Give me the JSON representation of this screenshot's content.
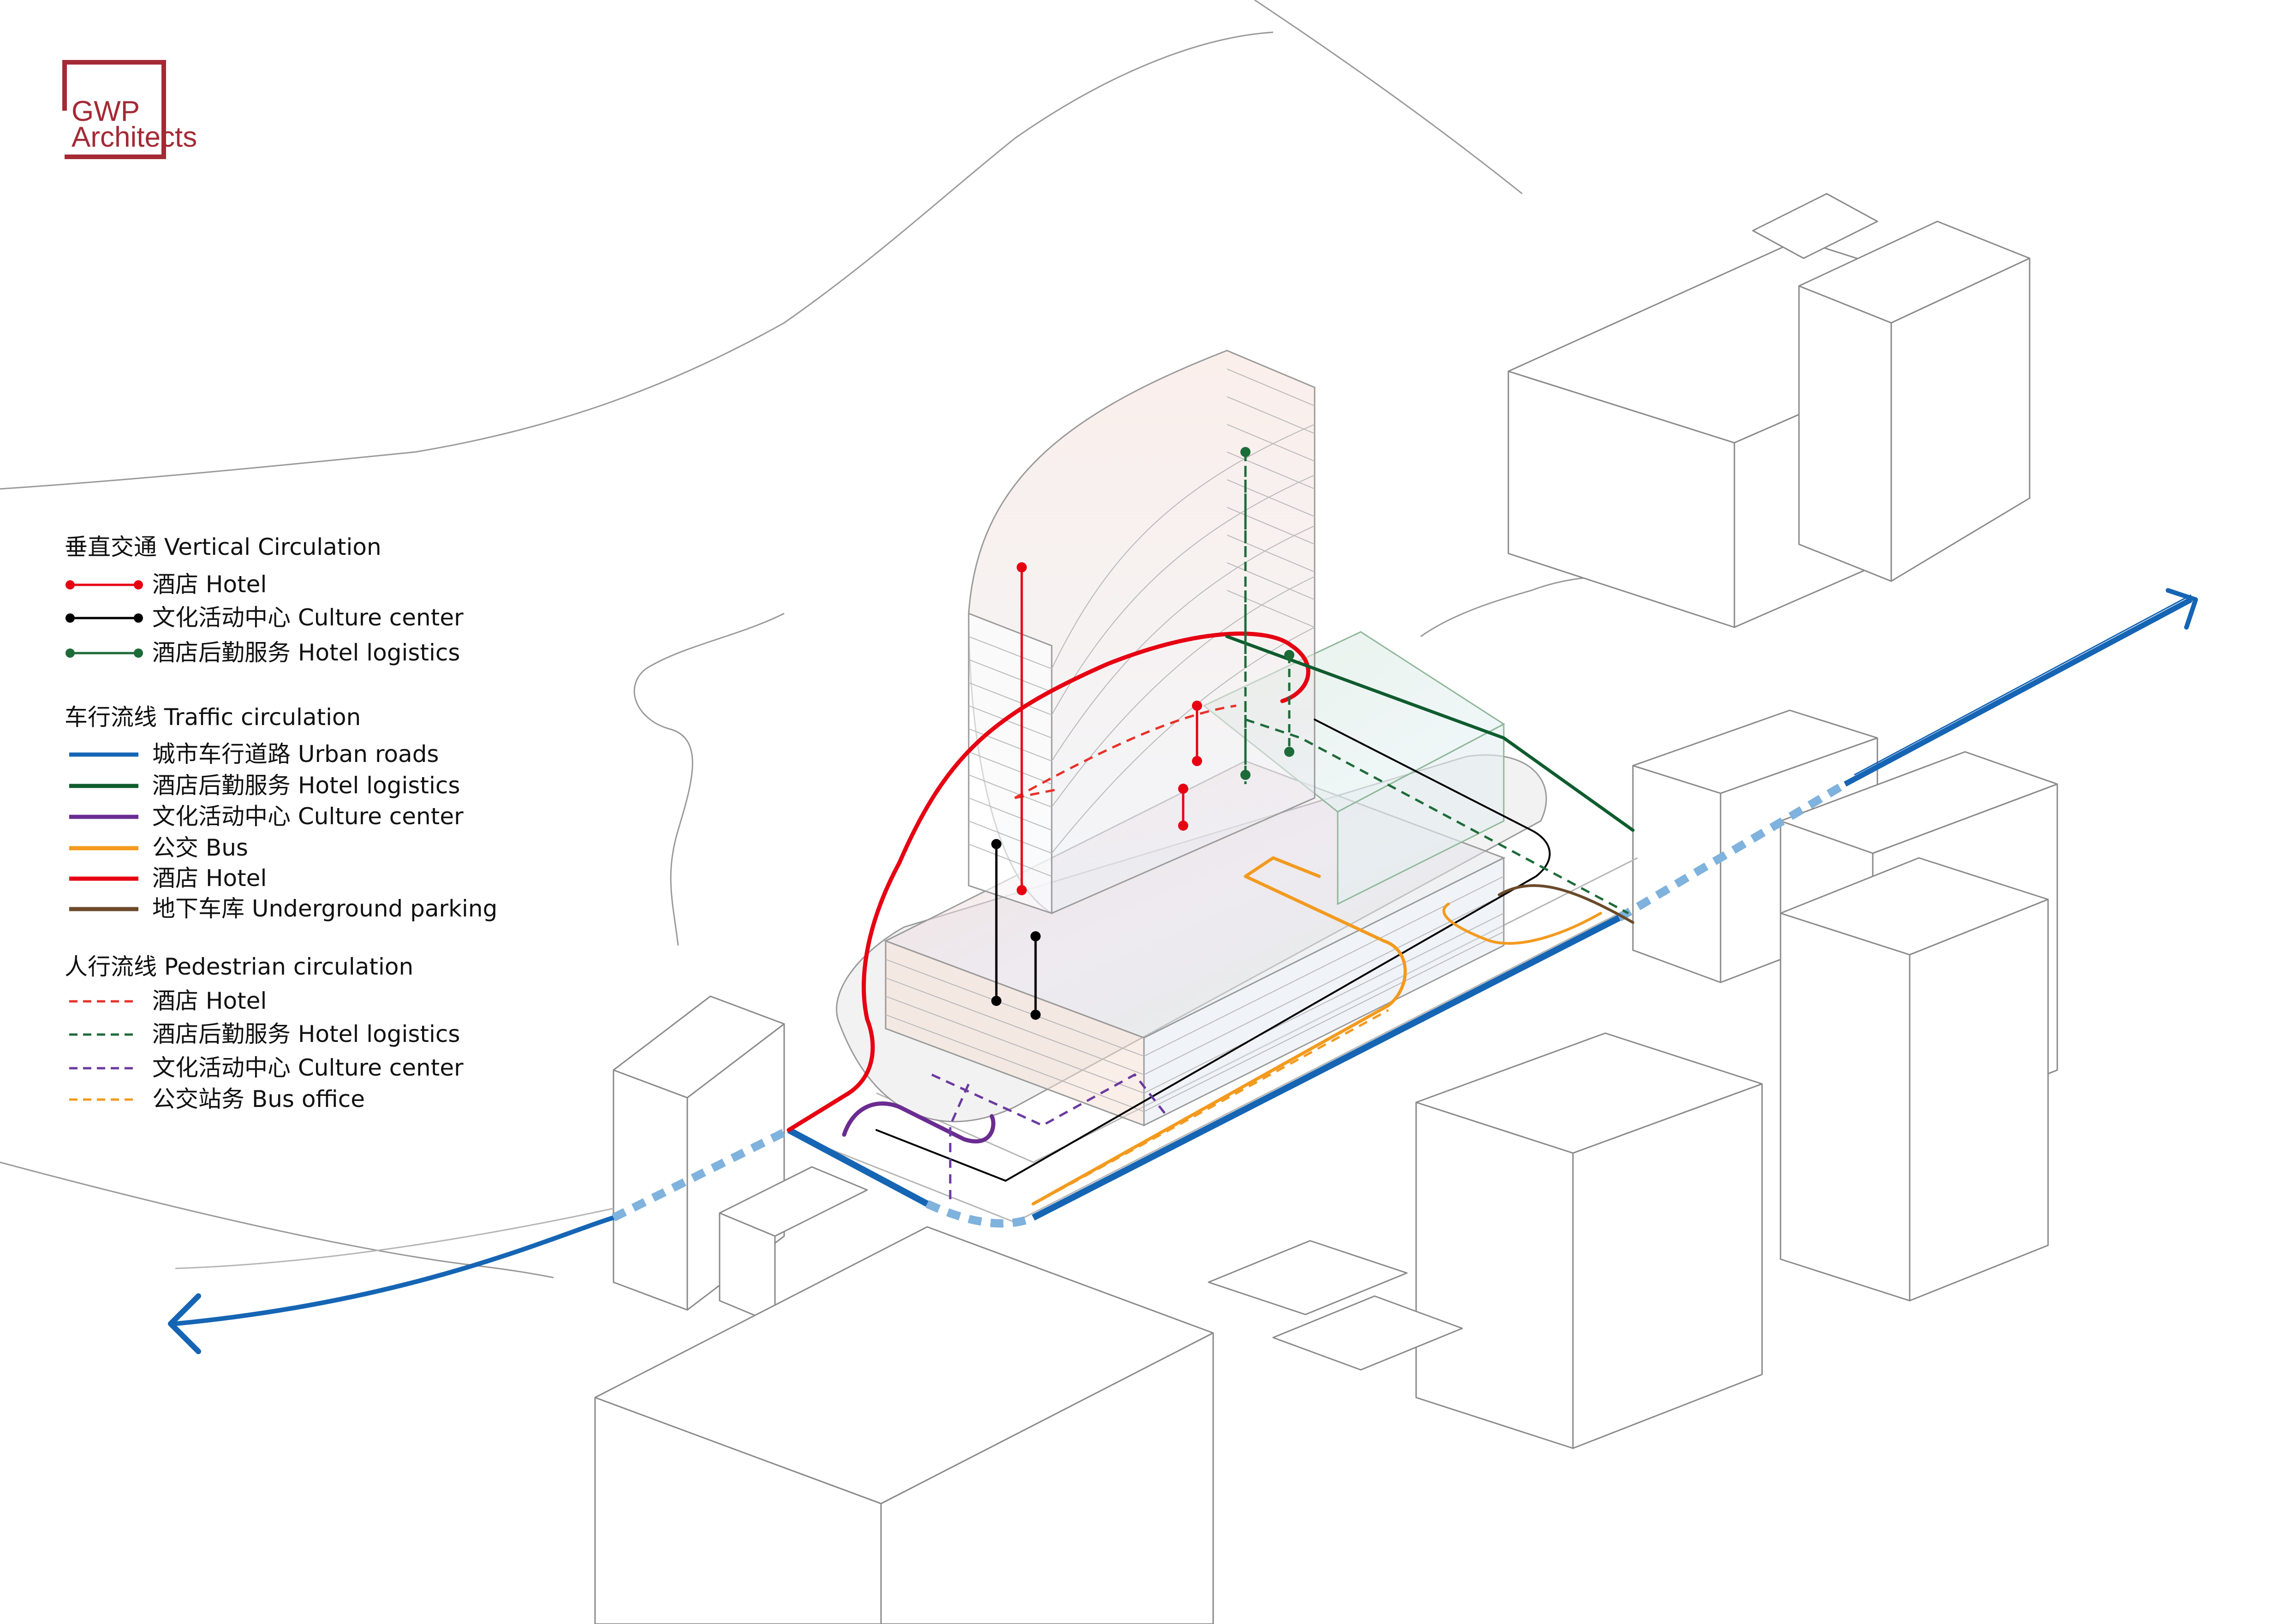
{
  "logo": {
    "line1": "GWP",
    "line2": "Architects",
    "color": "#a32a35"
  },
  "legend": {
    "vertical": {
      "heading": "垂直交通 Vertical Circulation",
      "items": [
        {
          "label": "酒店 Hotel",
          "color": "#e60012",
          "style": "dot-line"
        },
        {
          "label": "文化活动中心 Culture center",
          "color": "#000000",
          "style": "dot-line"
        },
        {
          "label": "酒店后勤服务 Hotel logistics",
          "color": "#1e6b3a",
          "style": "dot-line"
        }
      ]
    },
    "traffic": {
      "heading": "车行流线 Traffic circulation",
      "items": [
        {
          "label": "城市车行道路 Urban roads",
          "color": "#1565b4",
          "style": "solid"
        },
        {
          "label": "酒店后勤服务 Hotel logistics",
          "color": "#0f5c2e",
          "style": "solid"
        },
        {
          "label": "文化活动中心 Culture center",
          "color": "#6a2c91",
          "style": "solid"
        },
        {
          "label": "公交 Bus",
          "color": "#f39a1e",
          "style": "solid"
        },
        {
          "label": "酒店 Hotel",
          "color": "#e60012",
          "style": "solid"
        },
        {
          "label": "地下车库 Underground parking",
          "color": "#6b4a2a",
          "style": "solid"
        }
      ]
    },
    "pedestrian": {
      "heading": "人行流线 Pedestrian circulation",
      "items": [
        {
          "label": "酒店 Hotel",
          "color": "#e8312a",
          "style": "dashed"
        },
        {
          "label": "酒店后勤服务 Hotel logistics",
          "color": "#1e6b3a",
          "style": "dashed"
        },
        {
          "label": "文化活动中心 Culture center",
          "color": "#6a3aa0",
          "style": "dashed"
        },
        {
          "label": "公交站务 Bus office",
          "color": "#f39a1e",
          "style": "dashed"
        }
      ]
    }
  }
}
